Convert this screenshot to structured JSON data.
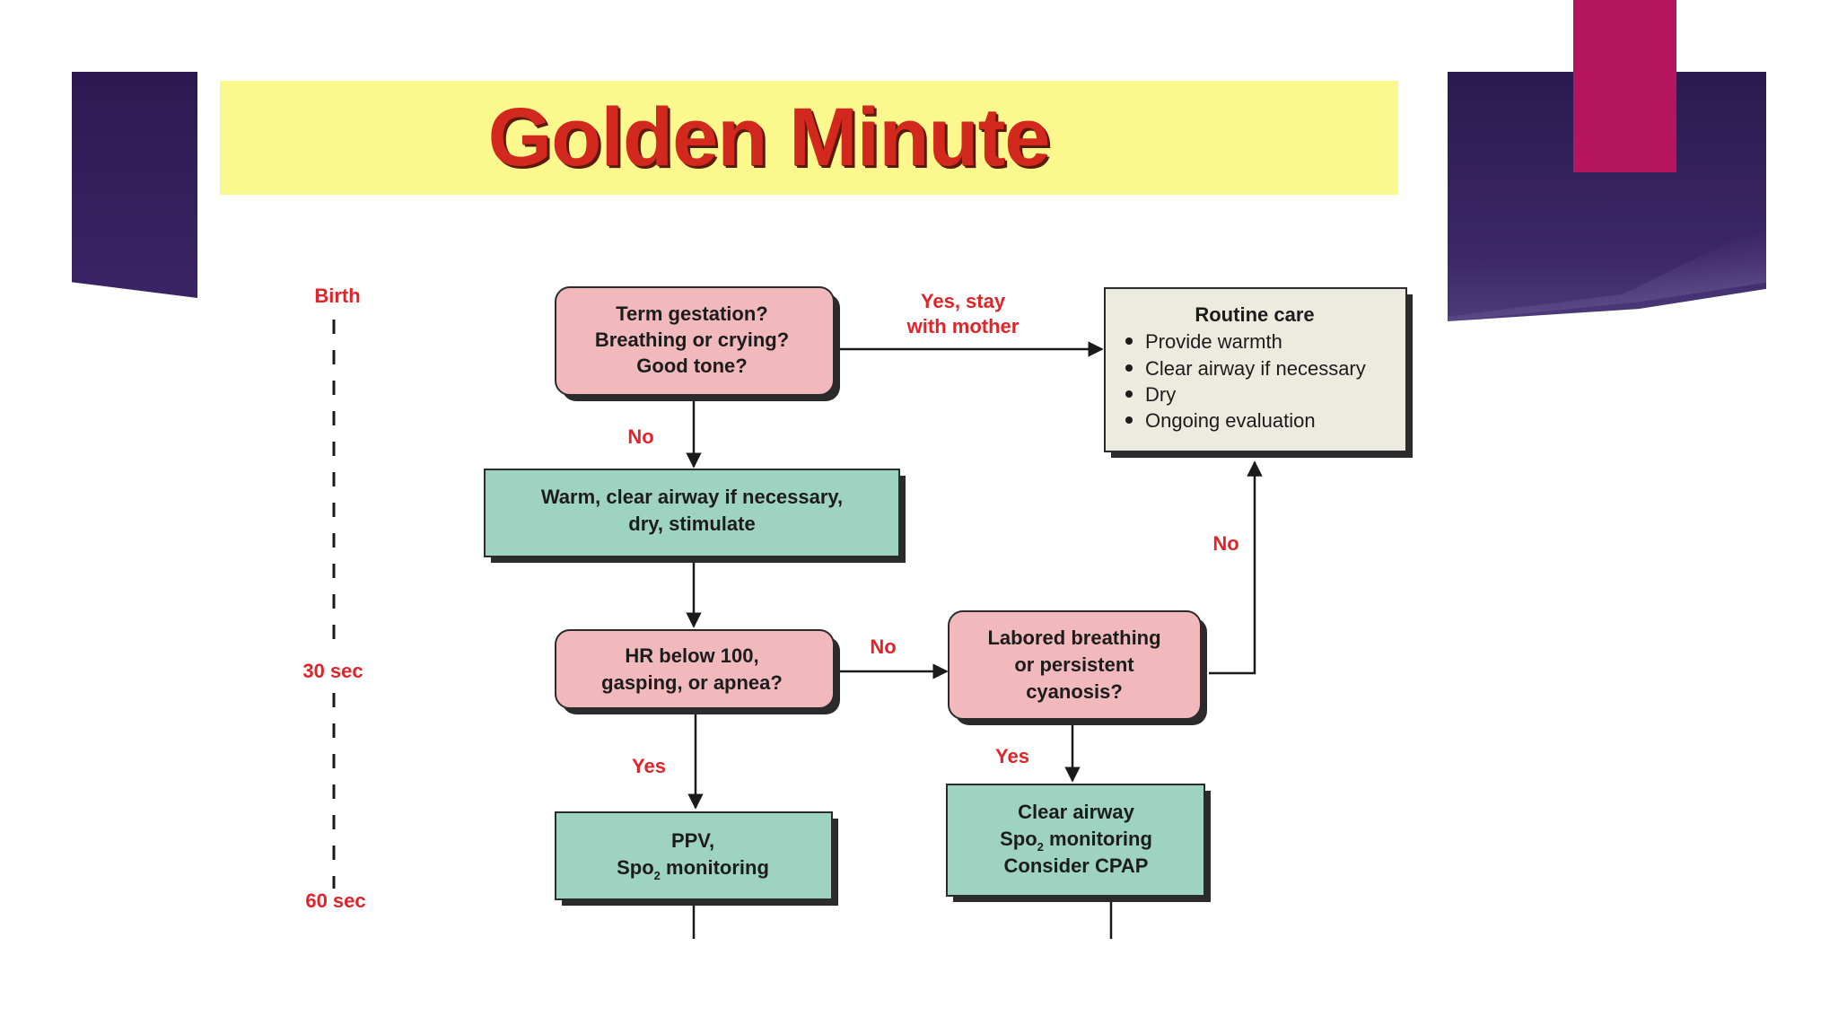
{
  "title": "Golden Minute",
  "timeline": {
    "start": "Birth",
    "middle": "30 sec",
    "end": "60 sec"
  },
  "nodes": {
    "term": [
      "Term gestation?",
      "Breathing or crying?",
      "Good tone?"
    ],
    "warm": [
      "Warm, clear airway if necessary,",
      "dry, stimulate"
    ],
    "hr": [
      "HR below 100,",
      "gasping, or apnea?"
    ],
    "ppv": {
      "line1": "PPV,",
      "line2_main": "Spo",
      "line2_sub": "2",
      "line2_rest": " monitoring"
    },
    "labored": [
      "Labored breathing",
      "or persistent",
      "cyanosis?"
    ],
    "clear": {
      "line1": "Clear airway",
      "line2_main": "Spo",
      "line2_sub": "2",
      "line2_rest": " monitoring",
      "line3": "Consider CPAP"
    },
    "routine": {
      "title": "Routine care",
      "items": [
        "Provide warmth",
        "Clear airway if necessary",
        "Dry",
        "Ongoing evaluation"
      ]
    }
  },
  "edge_labels": {
    "yes_stay": [
      "Yes, stay",
      "with mother"
    ],
    "no_warm": "No",
    "no_labored": "No",
    "yes_ppv": "Yes",
    "yes_clear": "Yes",
    "no_routine": "No"
  },
  "colors": {
    "pink_node": "#f2b9bc",
    "teal_node": "#9ed3c2",
    "beige_node": "#ecebe0",
    "edge_label": "#e0242a",
    "title_text": "#d3281d",
    "title_banner": "#fbf98d",
    "accent_magenta": "#b5155f",
    "accent_purple": "#2d1a52"
  }
}
